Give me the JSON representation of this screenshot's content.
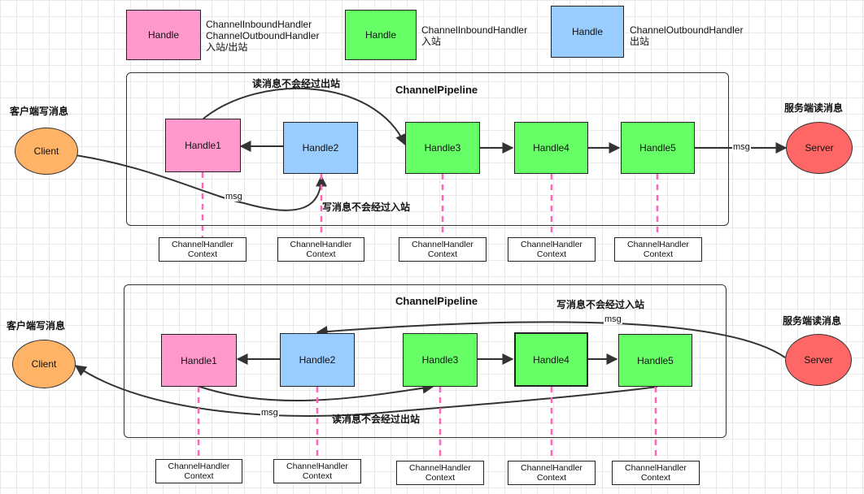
{
  "legend": {
    "pink": {
      "box": "Handle",
      "text": [
        "ChannelInboundHandler",
        "ChannelOutboundHandler",
        "入站/出站"
      ]
    },
    "green": {
      "box": "Handle",
      "text": [
        "ChannelInboundHandler",
        "入站"
      ]
    },
    "blue": {
      "box": "Handle",
      "text": [
        "ChannelOutboundHandler",
        "出站"
      ]
    }
  },
  "top": {
    "pipeline_title": "ChannelPipeline",
    "client_caption": "客户端写消息",
    "server_caption": "服务端读消息",
    "client": "Client",
    "server": "Server",
    "handlers": [
      "Handle1",
      "Handle2",
      "Handle3",
      "Handle4",
      "Handle5"
    ],
    "read_note": "读消息不会经过出站",
    "write_note": "写消息不会经过入站",
    "msg": "msg",
    "msg2": "msg"
  },
  "bottom": {
    "pipeline_title": "ChannelPipeline",
    "client_caption": "客户端写消息",
    "server_caption": "服务端读消息",
    "client": "Client",
    "server": "Server",
    "handlers": [
      "Handle1",
      "Handle2",
      "Handle3",
      "Handle4",
      "Handle5"
    ],
    "read_note": "读消息不会经过出站",
    "write_note": "写消息不会经过入站",
    "msg": "msg",
    "msg2": "msg"
  },
  "context": {
    "line1": "ChannelHandler",
    "line2": "Context"
  },
  "colors": {
    "pink": "#ff99cc",
    "green": "#66ff66",
    "blue": "#99ccff",
    "client": "#ffb366",
    "server": "#ff6666",
    "dash": "#ff66bb"
  }
}
